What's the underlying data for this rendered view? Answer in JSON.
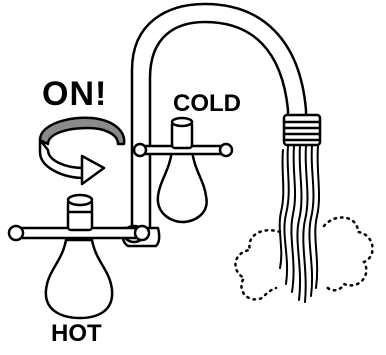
{
  "labels": {
    "on": "ON!",
    "cold": "COLD",
    "hot": "HOT"
  },
  "illustration": {
    "subject": "faucet-with-hot-and-cold-handles",
    "ink_color": "#000000",
    "background_color": "#ffffff",
    "icons": [
      "rotation-arrow-icon",
      "faucet-spout-icon",
      "cold-handle-icon",
      "hot-handle-icon",
      "water-stream-icon",
      "steam-cloud-icon"
    ]
  }
}
